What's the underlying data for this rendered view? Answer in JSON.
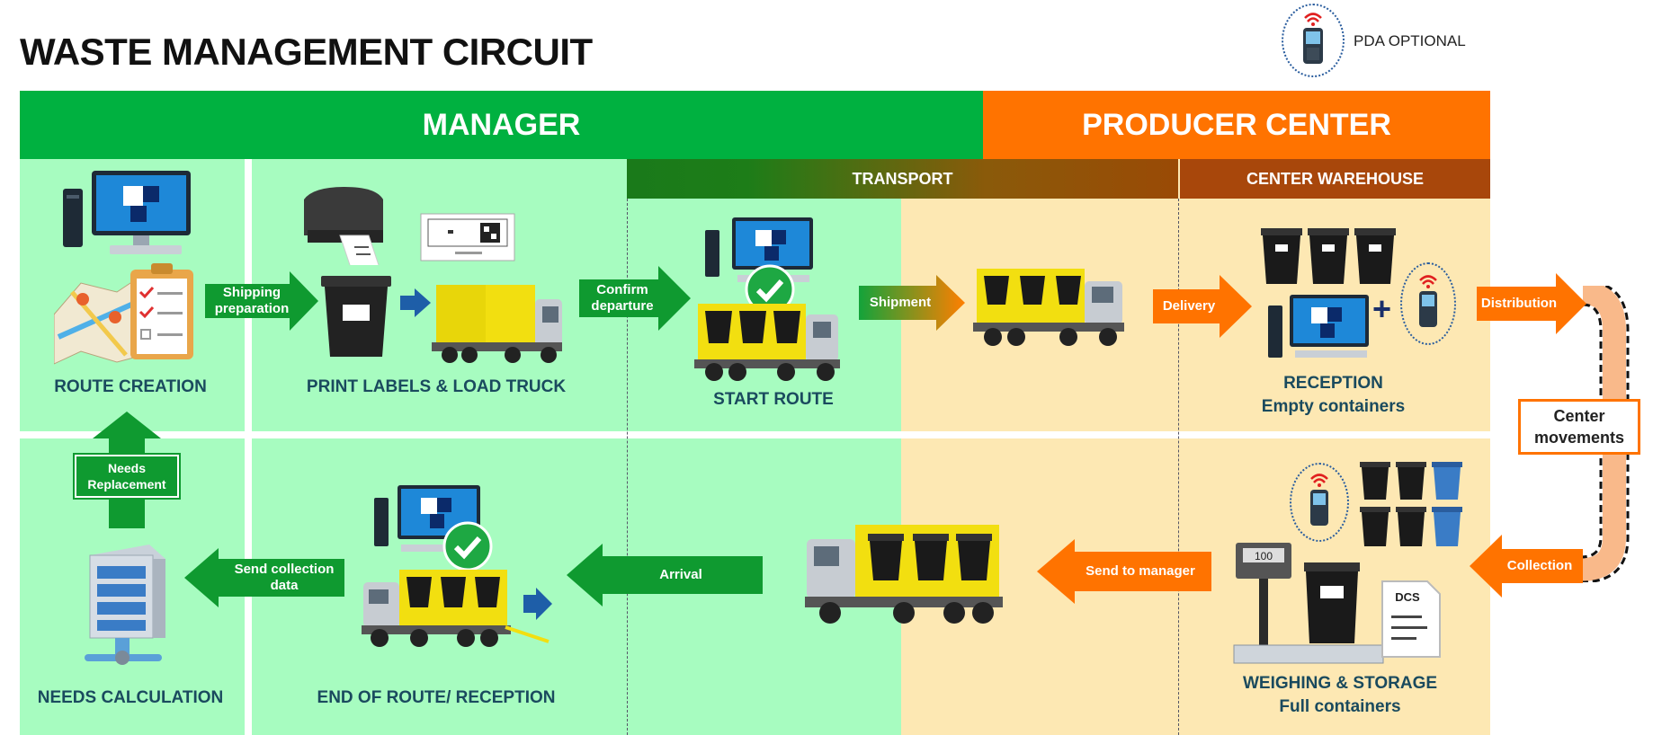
{
  "title": "WASTE MANAGEMENT CIRCUIT",
  "legend": {
    "label": "PDA OPTIONAL",
    "icon": "pda-icon"
  },
  "bands": {
    "manager": "MANAGER",
    "producer": "PRODUCER CENTER",
    "transport": "TRANSPORT",
    "warehouse": "CENTER WAREHOUSE"
  },
  "steps": {
    "route_creation": "ROUTE CREATION",
    "print_labels": "PRINT LABELS & LOAD TRUCK",
    "start_route": "START ROUTE",
    "reception_title": "RECEPTION",
    "reception_sub": "Empty containers",
    "weighing_title": "WEIGHING & STORAGE",
    "weighing_sub": "Full containers",
    "end_of_route": "END OF ROUTE/ RECEPTION",
    "needs_calculation": "NEEDS CALCULATION"
  },
  "arrows": {
    "shipping_preparation": "Shipping preparation",
    "confirm_departure": "Confirm departure",
    "shipment": "Shipment",
    "delivery": "Delivery",
    "distribution": "Distribution",
    "collection": "Collection",
    "send_to_manager": "Send to manager",
    "arrival": "Arrival",
    "send_collection_data": "Send collection data",
    "needs_replacement": "Needs Replacement"
  },
  "center_movements": "Center movements",
  "scale_reading": "100",
  "document_label": "DCS",
  "colors": {
    "manager_green": "#00b140",
    "producer_orange": "#ff7300",
    "panel_green": "#a7fcc0",
    "panel_cream": "#fde8b3",
    "caption": "#1a4a5e"
  }
}
